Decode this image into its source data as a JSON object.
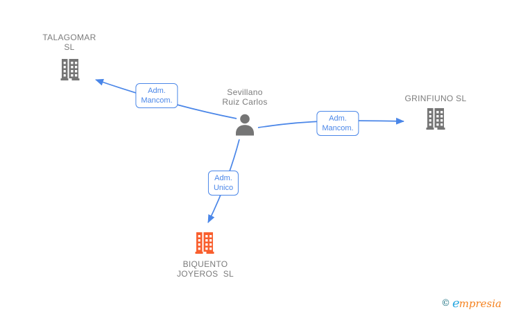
{
  "person": {
    "name": "Sevillano\nRuiz Carlos"
  },
  "companies": {
    "talagomar": {
      "name": "TALAGOMAR\nSL"
    },
    "grinfiuno": {
      "name": "GRINFIUNO SL"
    },
    "biquento": {
      "name": "BIQUENTO\nJOYEROS  SL"
    }
  },
  "relations": {
    "talagomar": {
      "label": "Adm.\nMancom."
    },
    "grinfiuno": {
      "label": "Adm.\nMancom."
    },
    "biquento": {
      "label": "Adm.\nUnico"
    }
  },
  "colors": {
    "edge_blue": "#4a86e8",
    "node_gray": "#757575",
    "label_gray": "#7b7b7b",
    "highlight_orange": "#f95f2e",
    "logo_teal": "#1a7080",
    "logo_blue": "#2da9e1",
    "logo_orange": "#f5821f"
  },
  "watermark": {
    "copyright": "©",
    "brand_initial": "e",
    "brand_rest": "mpresia"
  }
}
